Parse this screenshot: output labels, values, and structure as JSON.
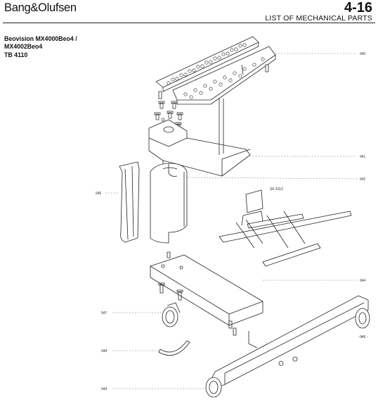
{
  "header": {
    "brand": "Bang&Olufsen",
    "page_number": "4-16",
    "page_title": "LIST OF MECHANICAL PARTS"
  },
  "models": {
    "line1": "Beovision MX4000Beo4 /",
    "line2": "MX4002Beo4",
    "line3": "TB 4110"
  },
  "callouts": {
    "p940": "940",
    "p941": "941",
    "p942": "942",
    "p944": "944",
    "p945": "945",
    "p946": "946",
    "p947": "947",
    "p948": "948",
    "p949": "949",
    "sk": "SK 4113"
  }
}
